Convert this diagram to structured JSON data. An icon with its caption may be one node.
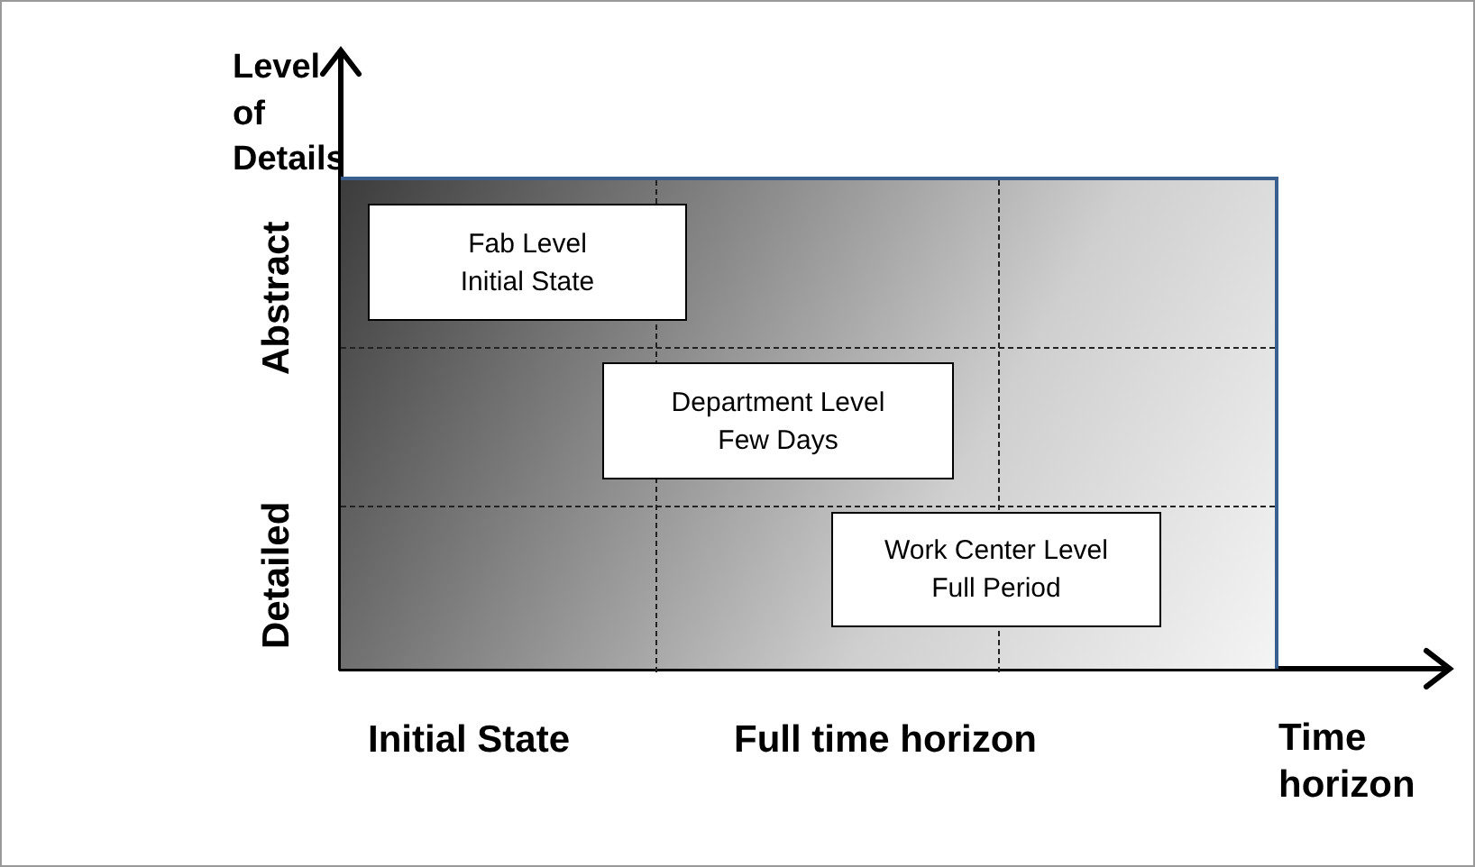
{
  "diagram": {
    "nodes": [
      {
        "text": [],
        "shape": "box"
      },
      {
        "text": [
          "Fab Level Initial State"
        ],
        "in": 0
      },
      {
        "text": [
          "Department Level Few Days"
        ],
        "in": 0
      },
      {
        "text": [
          "Work Center Level Full Period"
        ],
        "in": 0
      }
    ],
    "edges": [],
    "labels": [
      "Level of Details",
      "Abstract",
      "Detailed",
      "Initial State",
      "Full time horizon",
      "Time horizon"
    ]
  }
}
